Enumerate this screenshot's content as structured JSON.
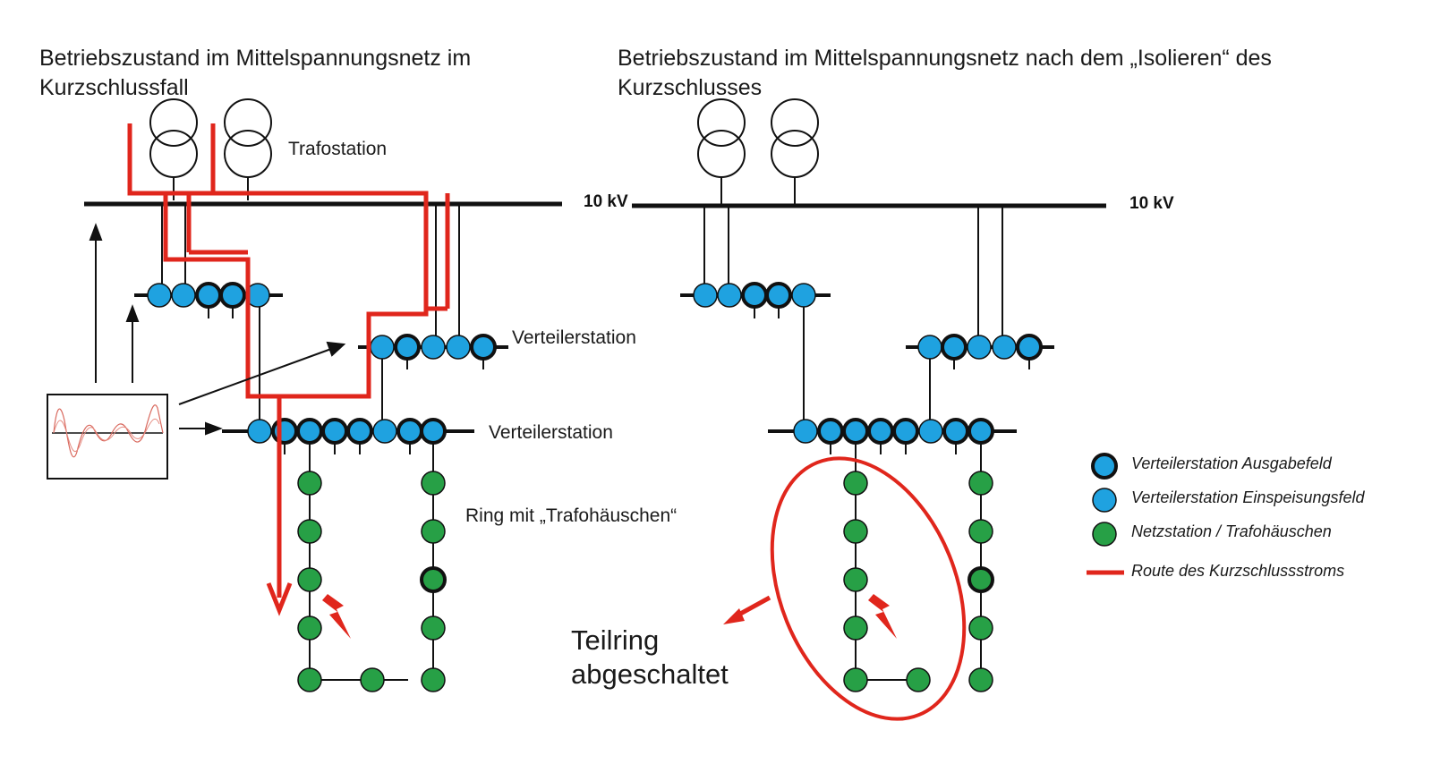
{
  "left_panel": {
    "title_line1": "Betriebszustand im Mittelspannungsnetz im",
    "title_line2": "Kurzschlussfall",
    "trafostation_label": "Trafostation",
    "voltage_label": "10 kV",
    "verteiler_upper_label": "Verteilerstation",
    "verteiler_lower_label": "Verteilerstation",
    "ring_label": "Ring mit „Trafohäuschen“"
  },
  "right_panel": {
    "title_line1": "Betriebszustand im Mittelspannungsnetz nach dem „Isolieren“ des",
    "title_line2": "Kurzschlusses",
    "voltage_label": "10 kV",
    "teilring_line1": "Teilring",
    "teilring_line2": "abgeschaltet"
  },
  "legend": {
    "items": [
      {
        "label": "Verteilerstation Ausgabefeld",
        "kind": "ausgabe"
      },
      {
        "label": "Verteilerstation Einspeisungsfeld",
        "kind": "einspeisung"
      },
      {
        "label": "Netzstation / Trafohäuschen",
        "kind": "netzstation"
      },
      {
        "label": "Route des Kurzschlussstroms",
        "kind": "route"
      }
    ]
  },
  "colors": {
    "blue_node": "#1fa2e0",
    "green_node": "#27a046",
    "route_red": "#e0261c",
    "line_black": "#111111"
  },
  "icons": {
    "transformer": "transformer-icon",
    "fault": "lightning-icon",
    "waveform": "oscilloscope-icon"
  }
}
